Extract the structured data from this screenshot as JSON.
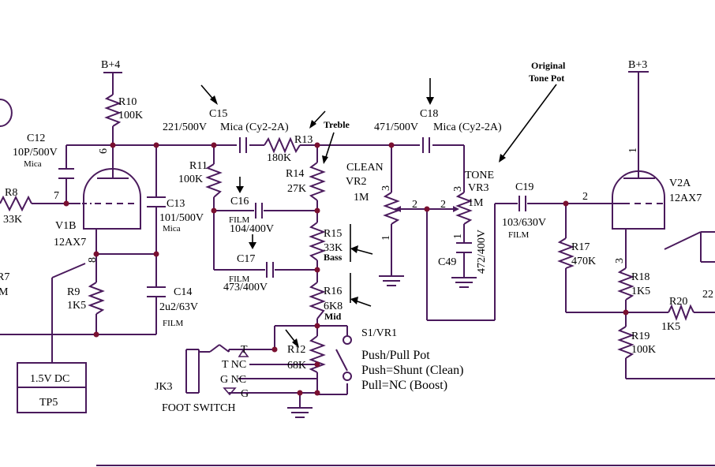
{
  "supplies": {
    "b4": "B+4",
    "b3": "B+3"
  },
  "tubes": {
    "v1b": {
      "ref": "V1B",
      "type": "12AX7",
      "pin_plate": "6",
      "pin_grid": "7",
      "pin_cathode": "8"
    },
    "v2a": {
      "ref": "V2A",
      "type": "12AX7",
      "pin_plate": "1",
      "pin_grid": "2",
      "pin_cathode": "3"
    }
  },
  "resistors": {
    "r8": {
      "ref": "R8",
      "value": "33K"
    },
    "r10": {
      "ref": "R10",
      "value": "100K"
    },
    "r11": {
      "ref": "R11",
      "value": "100K"
    },
    "r13": {
      "ref": "R13",
      "value": "180K"
    },
    "r14": {
      "ref": "R14",
      "value": "27K"
    },
    "r15": {
      "ref": "R15",
      "value": "33K",
      "tag": "Bass"
    },
    "r16": {
      "ref": "R16",
      "value": "6K8",
      "tag": "Mid"
    },
    "r12": {
      "ref": "R12",
      "value": "68K"
    },
    "r9": {
      "ref": "R9",
      "value": "1K5"
    },
    "r7": {
      "ref": "R7",
      "value": "M"
    },
    "r17": {
      "ref": "R17",
      "value": "470K"
    },
    "r18": {
      "ref": "R18",
      "value": "1K5"
    },
    "r19": {
      "ref": "R19",
      "value": "100K"
    },
    "r20": {
      "ref": "R20",
      "value": "1K5"
    },
    "cut_right": "22"
  },
  "capacitors": {
    "c12": {
      "ref": "C12",
      "value": "10P/500V",
      "type": "Mica"
    },
    "c13": {
      "ref": "C13",
      "value": "101/500V",
      "type": "Mica"
    },
    "c14": {
      "ref": "C14",
      "value": "2u2/63V",
      "type": "FILM"
    },
    "c15": {
      "ref": "C15",
      "value": "221/500V",
      "type": "Mica (Cy2-2A)"
    },
    "c16": {
      "ref": "C16",
      "value": "104/400V",
      "type": "FILM"
    },
    "c17": {
      "ref": "C17",
      "value": "473/400V",
      "type": "FILM"
    },
    "c18": {
      "ref": "C18",
      "value": "471/500V",
      "type": "Mica (Cy2-2A)"
    },
    "c19": {
      "ref": "C19",
      "value": "103/630V",
      "type": "FILM"
    },
    "c49": {
      "ref": "C49",
      "value": "472/400V"
    }
  },
  "pots": {
    "vr2": {
      "name": "CLEAN",
      "ref": "VR2",
      "value": "1M",
      "pin_top": "3",
      "pin_wiper": "2",
      "pin_bottom": "1"
    },
    "vr3": {
      "name": "TONE",
      "ref": "VR3",
      "value": "1M",
      "pin_top": "3",
      "pin_wiper": "2",
      "pin_bottom": "1"
    }
  },
  "annotations": {
    "treble": "Treble",
    "original_tone_pot_1": "Original",
    "original_tone_pot_2": "Tone Pot"
  },
  "switch": {
    "ref": "S1/VR1",
    "line1": "Push/Pull Pot",
    "line2": "Push=Shunt (Clean)",
    "line3": "Pull=NC (Boost)"
  },
  "jack": {
    "ref": "JK3",
    "name": "FOOT SWITCH",
    "pin_t": "T",
    "pin_t_nc": "T NC",
    "pin_g_nc": "G NC",
    "pin_g": "G"
  },
  "testpoint": {
    "voltage": "1.5V DC",
    "ref": "TP5"
  }
}
